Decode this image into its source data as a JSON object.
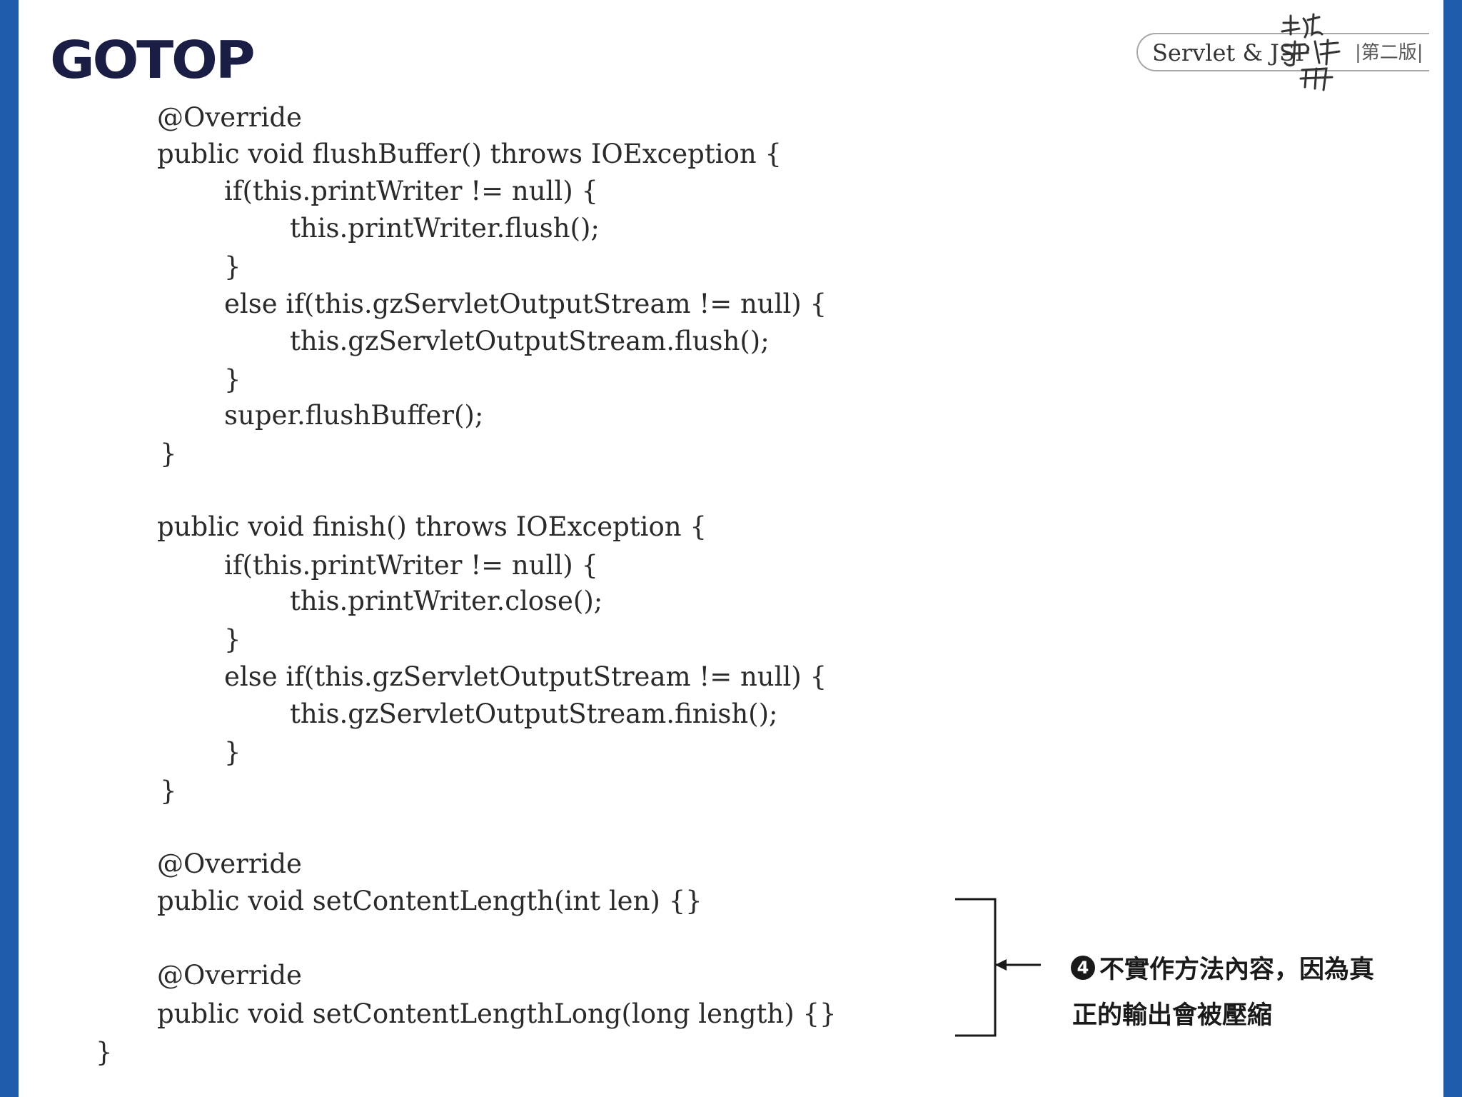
{
  "header": {
    "brand": "GOTOP",
    "book_title": "Servlet & JSP",
    "book_subtitle": "技術手冊",
    "edition": "|第二版|"
  },
  "code_lines": [
    "@Override",
    "public void flushBuffer() throws IOException {",
    "if(this.printWriter != null) {",
    "this.printWriter.flush();",
    "}",
    "else if(this.gzServletOutputStream != null) {",
    "this.gzServletOutputStream.flush();",
    "}",
    "super.flushBuffer();",
    "}",
    "public void finish() throws IOException {",
    "if(this.printWriter != null) {",
    "this.printWriter.close();",
    "}",
    "else if(this.gzServletOutputStream != null) {",
    "this.gzServletOutputStream.finish();",
    "}",
    "}",
    "@Override",
    "public void setContentLength(int len) {}",
    "@Override",
    "public void setContentLengthLong(long length) {}",
    "}"
  ],
  "annotation": {
    "number": "4",
    "line1": "不實作方法內容，因為真",
    "line2": "正的輸出會被壓縮"
  },
  "colors": {
    "stripe": "#1f5cac",
    "brand": "#1a1e44",
    "code": "#2a2a2a"
  }
}
